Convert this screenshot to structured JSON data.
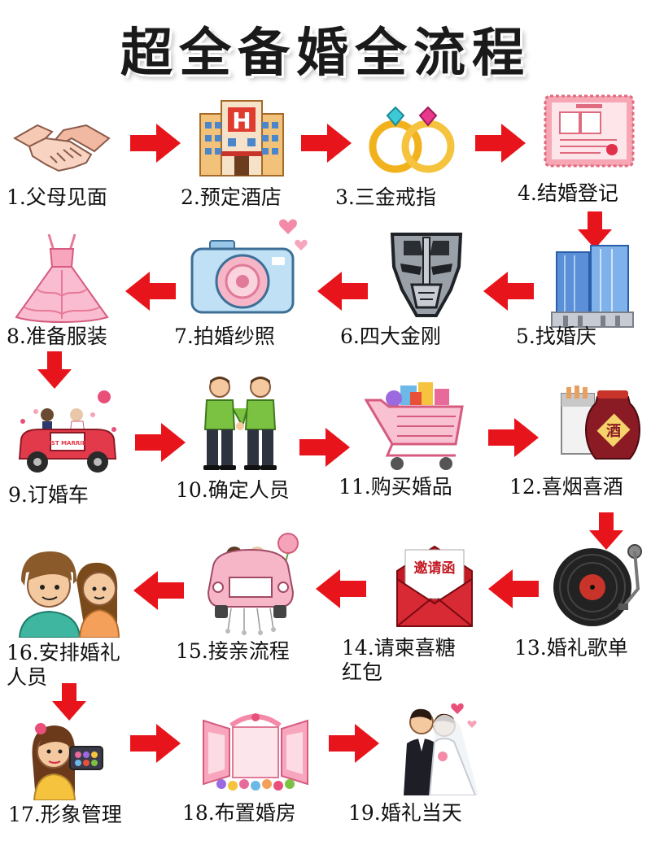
{
  "title": "超全备婚全流程",
  "accent_color": "#e8141b",
  "steps": [
    {
      "label": "1.父母见面",
      "icon": "handshake-icon"
    },
    {
      "label": "2.预定酒店",
      "icon": "hotel-icon"
    },
    {
      "label": "3.三金戒指",
      "icon": "rings-icon"
    },
    {
      "label": "4.结婚登记",
      "icon": "marriage-certificate-icon"
    },
    {
      "label": "5.找婚庆",
      "icon": "office-building-icon"
    },
    {
      "label": "6.四大金刚",
      "icon": "transformer-mask-icon"
    },
    {
      "label": "7.拍婚纱照",
      "icon": "camera-icon"
    },
    {
      "label": "8.准备服装",
      "icon": "wedding-dress-icon"
    },
    {
      "label": "9.订婚车",
      "icon": "wedding-car-icon",
      "car_plate": "JUST MARRIED"
    },
    {
      "label": "10.确定人员",
      "icon": "two-men-icon"
    },
    {
      "label": "11.购买婚品",
      "icon": "shopping-cart-icon"
    },
    {
      "label": "12.喜烟喜酒",
      "icon": "wine-jar-icon",
      "jar_text": "酒"
    },
    {
      "label": "13.婚礼歌单",
      "icon": "vinyl-record-icon"
    },
    {
      "label": "14.请柬喜糖",
      "label2": "红包",
      "icon": "invitation-envelope-icon",
      "envelope_text": "邀请函"
    },
    {
      "label": "15.接亲流程",
      "icon": "car-rear-icon"
    },
    {
      "label": "16.安排婚礼",
      "label2": "人员",
      "icon": "couple-icon"
    },
    {
      "label": "17.形象管理",
      "icon": "makeup-woman-icon"
    },
    {
      "label": "18.布置婚房",
      "icon": "flower-window-icon"
    },
    {
      "label": "19.婚礼当天",
      "icon": "bride-groom-kiss-icon"
    }
  ]
}
